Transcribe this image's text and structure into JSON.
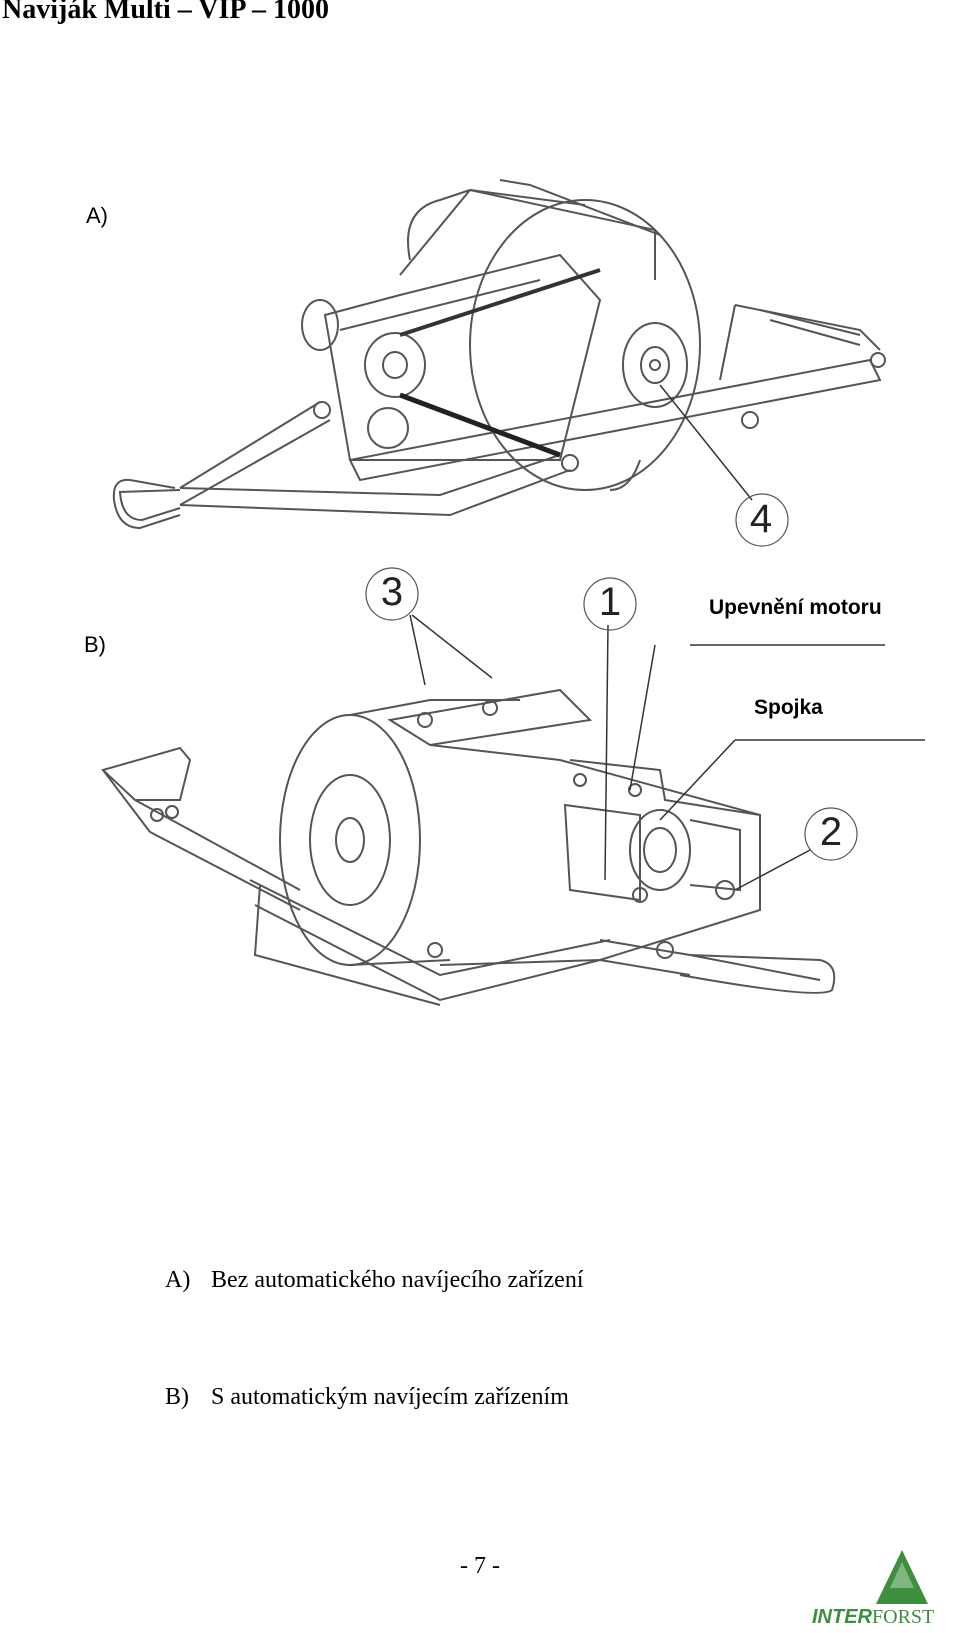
{
  "header": {
    "title": "Naviják Multi – VIP – 1000"
  },
  "figure": {
    "panel_a_label": "A)",
    "panel_b_label": "B)",
    "callouts": {
      "upevneni": "Upevnění motoru",
      "spojka": "Spojka"
    },
    "part_numbers": {
      "n1": "1",
      "n2": "2",
      "n3": "3",
      "n4": "4"
    }
  },
  "captions": {
    "a_letter": "A)",
    "a_text": "Bez automatického navíjecího zařízení",
    "b_letter": "B)",
    "b_text": "S automatickým navíjecím zařízením"
  },
  "footer": {
    "page_number": "- 7 -",
    "logo_part1": "INTER",
    "logo_part2": "FORST",
    "logo_color": "#3d8f3d"
  }
}
